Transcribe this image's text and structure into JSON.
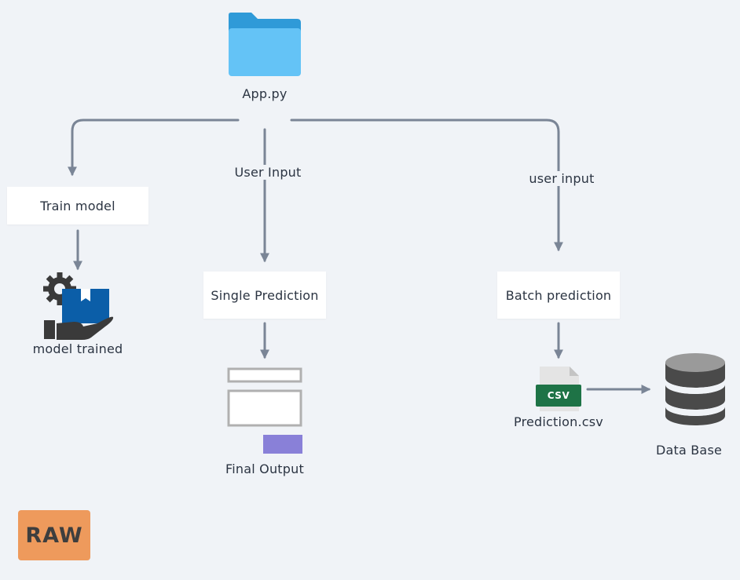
{
  "nodes": {
    "app": "App.py",
    "train_model": "Train model",
    "model_trained": "model trained",
    "single_prediction": "Single Prediction",
    "batch_prediction": "Batch prediction",
    "final_output": "Final Output",
    "prediction_csv": "Prediction.csv",
    "database": "Data Base"
  },
  "edge_labels": {
    "user_input_single": "User Input",
    "user_input_batch": "user input"
  },
  "csv_badge": "CSV",
  "badge": "RAW",
  "icons": [
    "folder-icon",
    "model-trained-icon",
    "final-output-icon",
    "csv-file-icon",
    "database-icon"
  ],
  "colors": {
    "background": "#f0f3f7",
    "edge": "#7a8596",
    "folder": "#64c3f6",
    "folder_tab": "#2f9ad8",
    "box_blue": "#0b5ea8",
    "csv_green": "#1e7346",
    "output_purple": "#8980d8",
    "database": "#4a4a4a",
    "raw_badge": "#ee9a5c"
  }
}
